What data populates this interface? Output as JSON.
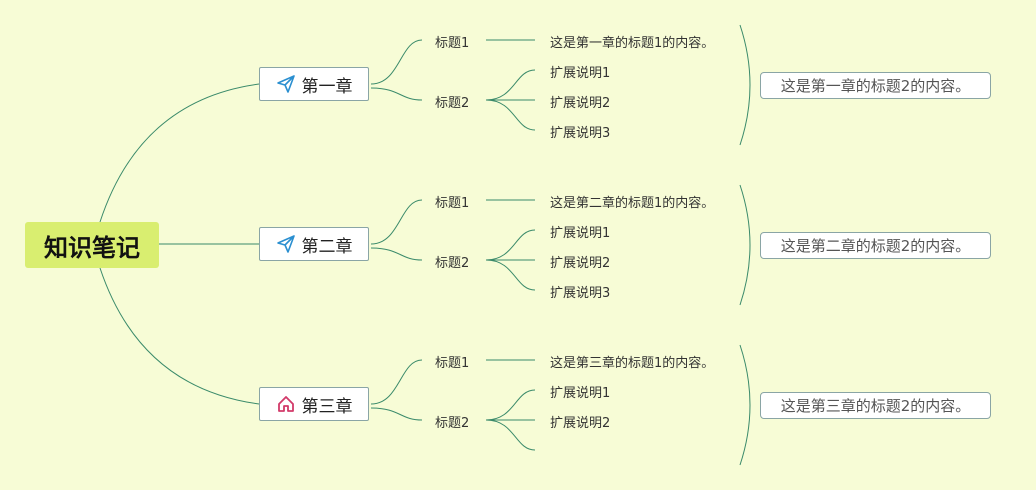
{
  "root": {
    "label": "知识笔记"
  },
  "colors": {
    "background": "#f7fcd6",
    "root_fill": "#d9ee70",
    "line": "#3a8a6a",
    "plane_icon": "#2a8fd0",
    "home_icon": "#d23a6a"
  },
  "chapters": [
    {
      "label": "第一章",
      "icon": "paper-plane-icon",
      "topic1": {
        "label": "标题1",
        "content": "这是第一章的标题1的内容。"
      },
      "topic2": {
        "label": "标题2",
        "items": [
          "扩展说明1",
          "扩展说明2",
          "扩展说明3"
        ]
      },
      "summary": "这是第一章的标题2的内容。"
    },
    {
      "label": "第二章",
      "icon": "paper-plane-icon",
      "topic1": {
        "label": "标题1",
        "content": "这是第二章的标题1的内容。"
      },
      "topic2": {
        "label": "标题2",
        "items": [
          "扩展说明1",
          "扩展说明2",
          "扩展说明3"
        ]
      },
      "summary": "这是第二章的标题2的内容。"
    },
    {
      "label": "第三章",
      "icon": "home-icon",
      "topic1": {
        "label": "标题1",
        "content": "这是第三章的标题1的内容。"
      },
      "topic2": {
        "label": "标题2",
        "items": [
          "扩展说明1",
          "扩展说明2",
          ""
        ]
      },
      "summary": "这是第三章的标题2的内容。"
    }
  ]
}
